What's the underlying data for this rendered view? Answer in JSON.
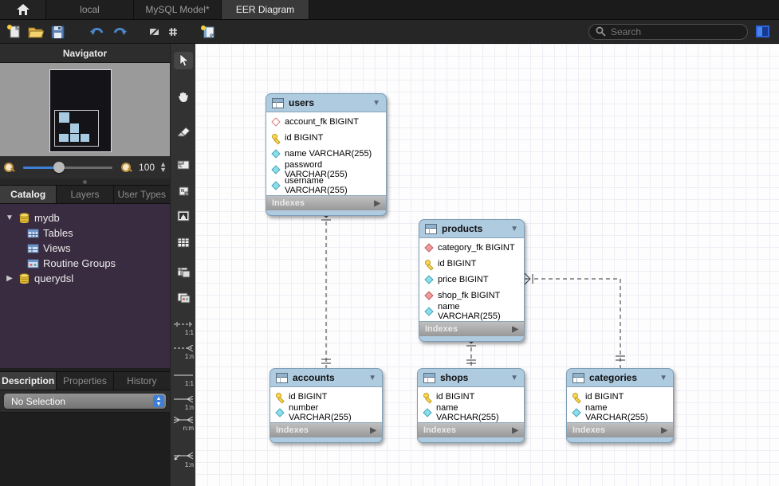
{
  "tabs": {
    "items": [
      "local",
      "MySQL Model*",
      "EER Diagram"
    ]
  },
  "toolbar": {
    "search_placeholder": "Search"
  },
  "navigator": {
    "title": "Navigator",
    "zoom_value": "100"
  },
  "panel_tabs": {
    "catalog": "Catalog",
    "layers": "Layers",
    "user_types": "User Types"
  },
  "catalog_tree": {
    "schema1": "mydb",
    "schema1_children": [
      "Tables",
      "Views",
      "Routine Groups"
    ],
    "schema2": "querydsl"
  },
  "info_tabs": {
    "description": "Description",
    "properties": "Properties",
    "history": "History"
  },
  "selection": {
    "value": "No Selection"
  },
  "tool_strip": {
    "relations": [
      {
        "label": "1:1"
      },
      {
        "label": "1:n"
      },
      {
        "label": "1:1"
      },
      {
        "label": "1:n"
      },
      {
        "label": "n:m"
      },
      {
        "label": "1:n"
      }
    ]
  },
  "canvas": {
    "tables": [
      {
        "name": "users",
        "footer": "Indexes",
        "columns": [
          {
            "text": "account_fk BIGINT",
            "icon_class": "cicon dia hollow-red"
          },
          {
            "text": "id BIGINT",
            "icon_class": "cicon keyic"
          },
          {
            "text": "name VARCHAR(255)",
            "icon_class": "cicon dia cyan"
          },
          {
            "text": "password VARCHAR(255)",
            "icon_class": "cicon dia cyan"
          },
          {
            "text": "username VARCHAR(255)",
            "icon_class": "cicon dia cyan"
          }
        ]
      },
      {
        "name": "products",
        "footer": "Indexes",
        "columns": [
          {
            "text": "category_fk BIGINT",
            "icon_class": "cicon dia red"
          },
          {
            "text": "id BIGINT",
            "icon_class": "cicon keyic"
          },
          {
            "text": "price BIGINT",
            "icon_class": "cicon dia cyan"
          },
          {
            "text": "shop_fk BIGINT",
            "icon_class": "cicon dia red"
          },
          {
            "text": "name VARCHAR(255)",
            "icon_class": "cicon dia cyan"
          }
        ]
      },
      {
        "name": "accounts",
        "footer": "Indexes",
        "columns": [
          {
            "text": "id BIGINT",
            "icon_class": "cicon keyic"
          },
          {
            "text": "number VARCHAR(255)",
            "icon_class": "cicon dia cyan"
          }
        ]
      },
      {
        "name": "shops",
        "footer": "Indexes",
        "columns": [
          {
            "text": "id BIGINT",
            "icon_class": "cicon keyic"
          },
          {
            "text": "name VARCHAR(255)",
            "icon_class": "cicon dia cyan"
          }
        ]
      },
      {
        "name": "categories",
        "footer": "Indexes",
        "columns": [
          {
            "text": "id BIGINT",
            "icon_class": "cicon keyic"
          },
          {
            "text": "name VARCHAR(255)",
            "icon_class": "cicon dia cyan"
          }
        ]
      }
    ]
  },
  "colors": {
    "table_header_blue": "#aecbe0",
    "accent_blue": "#3e7fd6",
    "tree_background_purple": "#3a2c40",
    "canvas_grid": "#eeeef5"
  }
}
